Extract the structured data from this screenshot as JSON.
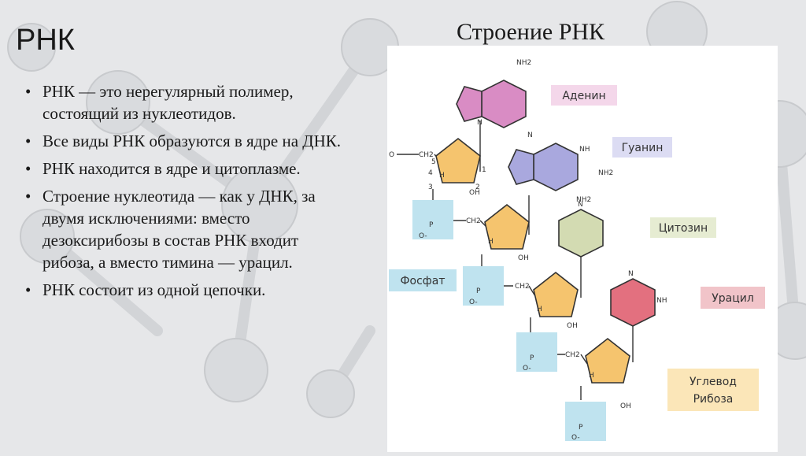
{
  "slide": {
    "title": "РНК",
    "right_title": "Строение РНК"
  },
  "bullets": [
    "РНК — это нерегулярный полимер, состоящий из нуклеотидов.",
    "Все виды РНК образуются в ядре на ДНК.",
    "РНК находится в ядре и цитоплазме.",
    "Строение нуклеотида — как у ДНК, за двумя исключениями: вместо дезоксирибозы в состав РНК входит рибоза, а вместо тимина — урацил.",
    "РНК состоит из одной цепочки."
  ],
  "diagram": {
    "labels": {
      "adenine": "Аденин",
      "guanine": "Гуанин",
      "cytosine": "Цитозин",
      "uracil": "Урацил",
      "phosphate": "Фосфат",
      "sugar_line1": "Углевод",
      "sugar_line2": "Рибоза"
    },
    "atoms": {
      "o": "O",
      "p": "P",
      "ch2": "CH2",
      "oh": "OH",
      "h": "H",
      "n": "N",
      "nh": "NH",
      "nh2": "NH2",
      "o_minus": "O-",
      "c5": "5",
      "c4": "4",
      "c3": "3",
      "c2": "2",
      "c1": "1"
    },
    "colors": {
      "adenine": "#d98cc4",
      "guanine": "#a9a8de",
      "cytosine": "#d3dbb2",
      "uracil": "#e3707f",
      "sugar": "#f5c46e",
      "phosphate_box": "#bfe3ef",
      "label_adenine": "#f4d7ea",
      "label_guanine": "#dcdcf3",
      "label_cytosine": "#e6ecd2",
      "label_uracil": "#f1c4c9",
      "label_sugar": "#fbe6b8"
    }
  }
}
